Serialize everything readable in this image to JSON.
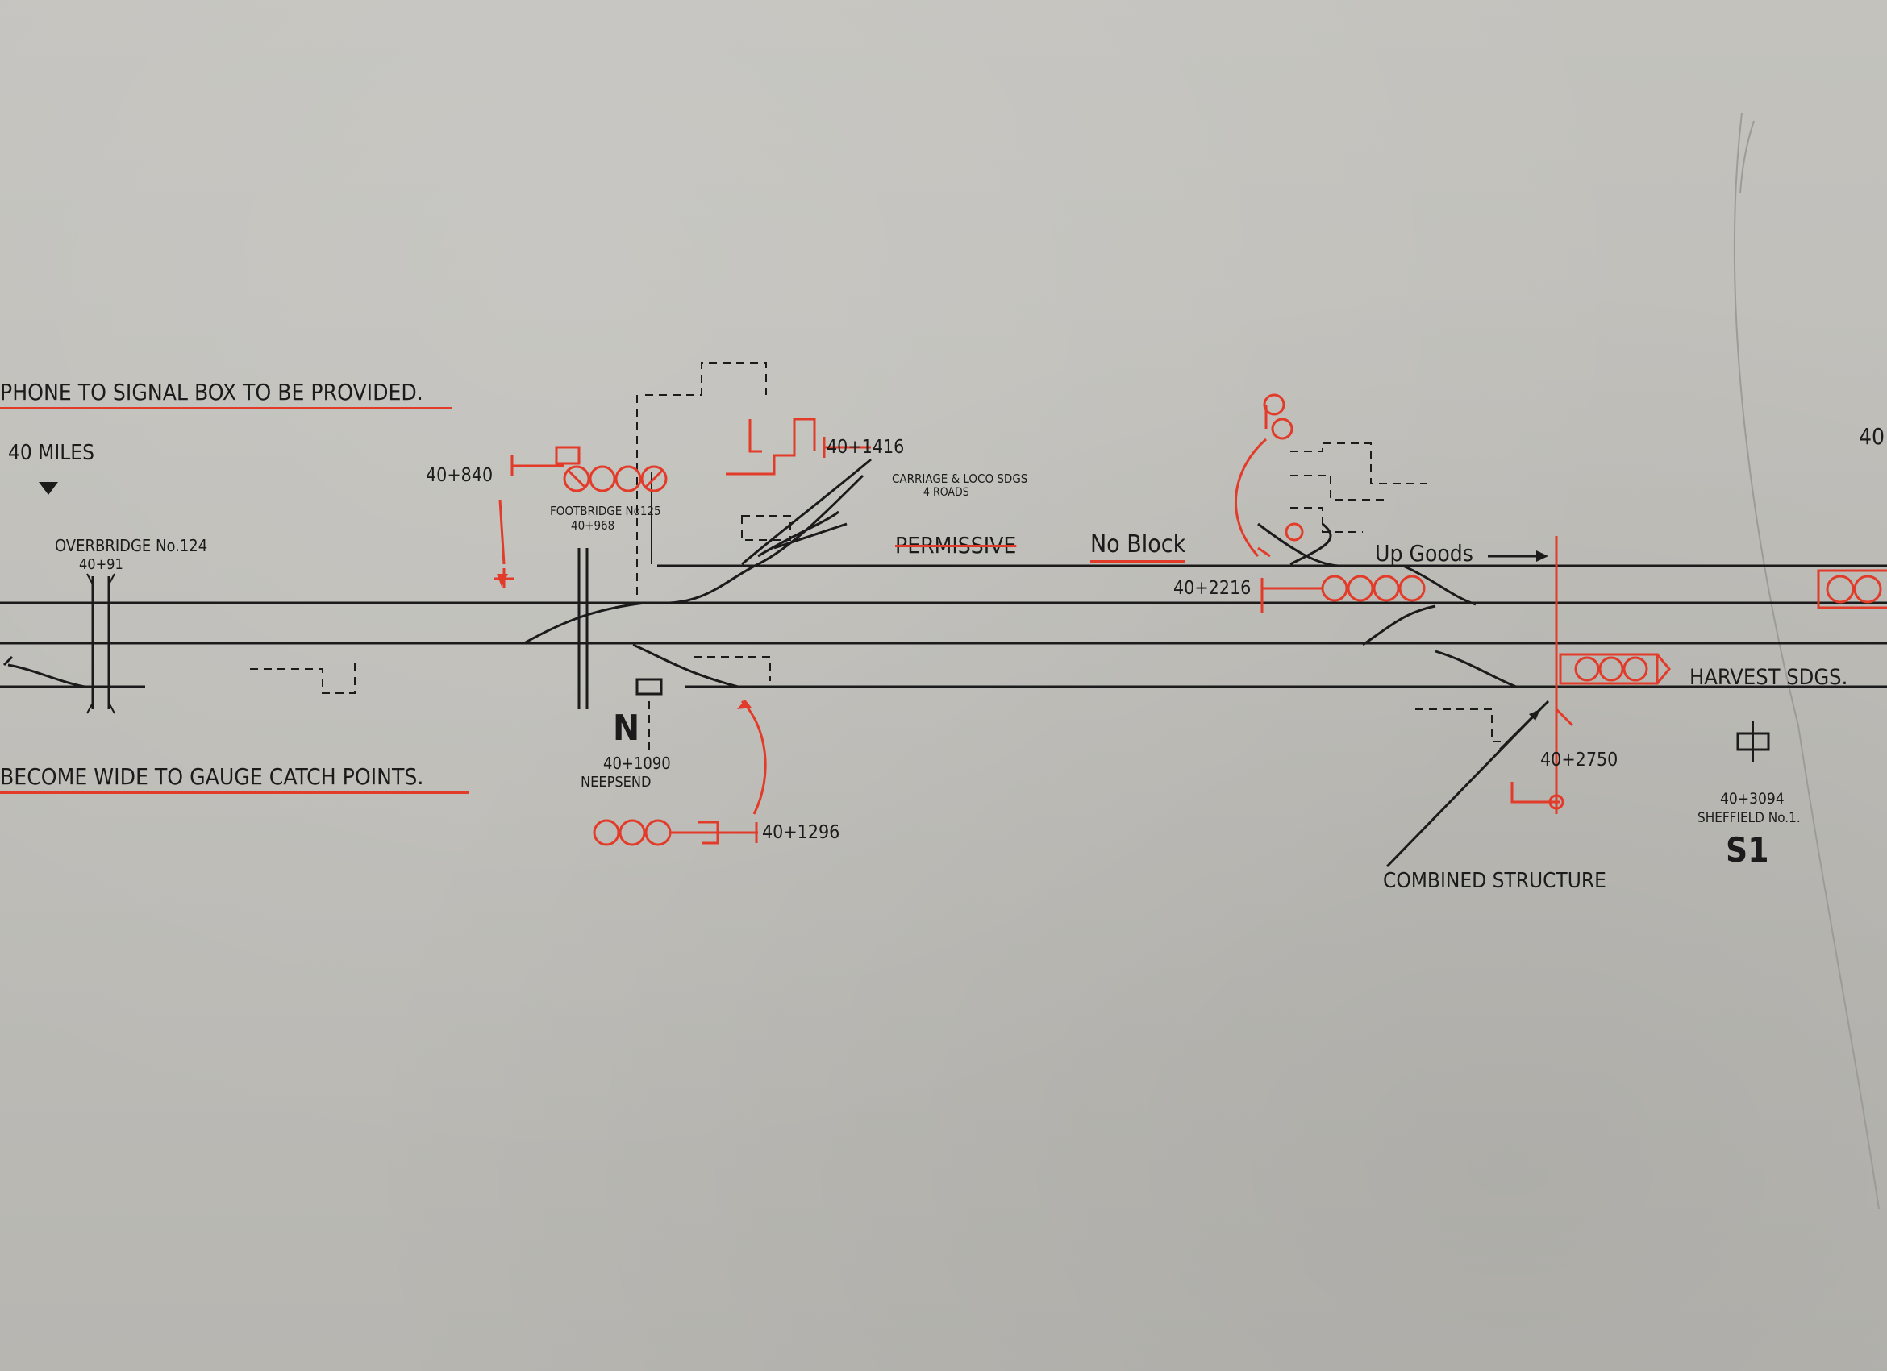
{
  "notes": {
    "phone": "PHONE TO SIGNAL BOX TO BE PROVIDED.",
    "catch_points": "BECOME WIDE TO GAUGE CATCH POINTS."
  },
  "mileage": {
    "miles_40": "40 MILES",
    "miles_40_right": "40"
  },
  "structures": {
    "overbridge": "OVERBRIDGE No.124",
    "overbridge_mileage": "40+91",
    "footbridge": "FOOTBRIDGE No125",
    "footbridge_mileage": "40+968",
    "combined": "COMBINED STRUCTURE"
  },
  "signal_boxes": {
    "neepsend_letter": "N",
    "neepsend_mileage": "40+1090",
    "neepsend_name": "NEEPSEND",
    "sheffield_mileage": "40+3094",
    "sheffield_name": "SHEFFIELD No.1.",
    "sheffield_code": "S1"
  },
  "signal_positions": {
    "s840": "40+840",
    "s1416": "40+1416",
    "s2216": "40+2216",
    "s1296": "40+1296",
    "s2750": "40+2750"
  },
  "lines": {
    "permissive": "PERMISSIVE",
    "no_block": "No Block",
    "up_goods": "Up Goods",
    "harvest": "HARVEST SDGS.",
    "carriage": "CARRIAGE & LOCO SDGS",
    "carriage_roads": "4 ROADS"
  },
  "colors": {
    "ink": "#1b1b1b",
    "red_ink": "#e23b2a",
    "paper": "#bfbeb9"
  }
}
